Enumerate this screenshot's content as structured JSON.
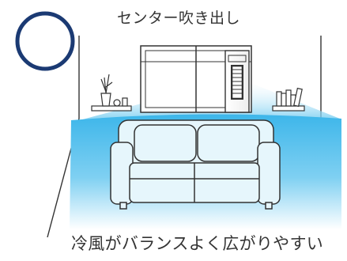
{
  "caption_top": "センター吹き出し",
  "caption_bottom": "冷風がバランスよく広がりやすい",
  "rating_symbol": "circle",
  "colors": {
    "rating_circle": "#1b3a73",
    "airflow_blue": "#3cb8ec",
    "airflow_light": "#d9f1fb",
    "line": "#333333",
    "sofa_fill": "#e6f6fc"
  }
}
